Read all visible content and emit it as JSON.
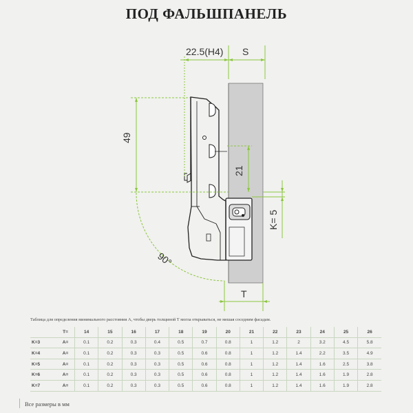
{
  "title": "ПОД ФАЛЬШПАНЕЛЬ",
  "diagram": {
    "dim_top": "22.5(H4)",
    "dim_s": "S",
    "dim_49": "49",
    "dim_21": "21",
    "dim_k5": "K= 5",
    "dim_angle": "90°",
    "dim_t": "T"
  },
  "table": {
    "caption": "Таблица для определения минимального расстояния А, чтобы дверь толщиной Т могла открываться, не мешая соседним фасадам.",
    "t_label": "T=",
    "t_values": [
      "14",
      "15",
      "16",
      "17",
      "18",
      "19",
      "20",
      "21",
      "22",
      "23",
      "24",
      "25",
      "26"
    ],
    "rows": [
      {
        "k": "K=3",
        "a": "A=",
        "values": [
          "0.1",
          "0.2",
          "0.3",
          "0.4",
          "0.5",
          "0.7",
          "0.8",
          "1",
          "1.2",
          "2",
          "3.2",
          "4.5",
          "5.8"
        ]
      },
      {
        "k": "K=4",
        "a": "A=",
        "values": [
          "0.1",
          "0.2",
          "0.3",
          "0.3",
          "0.5",
          "0.6",
          "0.8",
          "1",
          "1.2",
          "1.4",
          "2.2",
          "3.5",
          "4.9"
        ]
      },
      {
        "k": "K=5",
        "a": "A=",
        "values": [
          "0.1",
          "0.2",
          "0.3",
          "0.3",
          "0.5",
          "0.6",
          "0.8",
          "1",
          "1.2",
          "1.4",
          "1.6",
          "2.5",
          "3.8"
        ]
      },
      {
        "k": "K=6",
        "a": "A=",
        "values": [
          "0.1",
          "0.2",
          "0.3",
          "0.3",
          "0.5",
          "0.6",
          "0.8",
          "1",
          "1.2",
          "1.4",
          "1.6",
          "1.9",
          "2.8"
        ]
      },
      {
        "k": "K=7",
        "a": "A=",
        "values": [
          "0.1",
          "0.2",
          "0.3",
          "0.3",
          "0.5",
          "0.6",
          "0.8",
          "1",
          "1.2",
          "1.4",
          "1.6",
          "1.9",
          "2.8"
        ]
      }
    ]
  },
  "footer": "Все размеры в мм",
  "colors": {
    "dimension": "#8cc63f",
    "door_fill": "#cfcfcf",
    "outline": "#333333",
    "background": "#f1f1ef"
  }
}
